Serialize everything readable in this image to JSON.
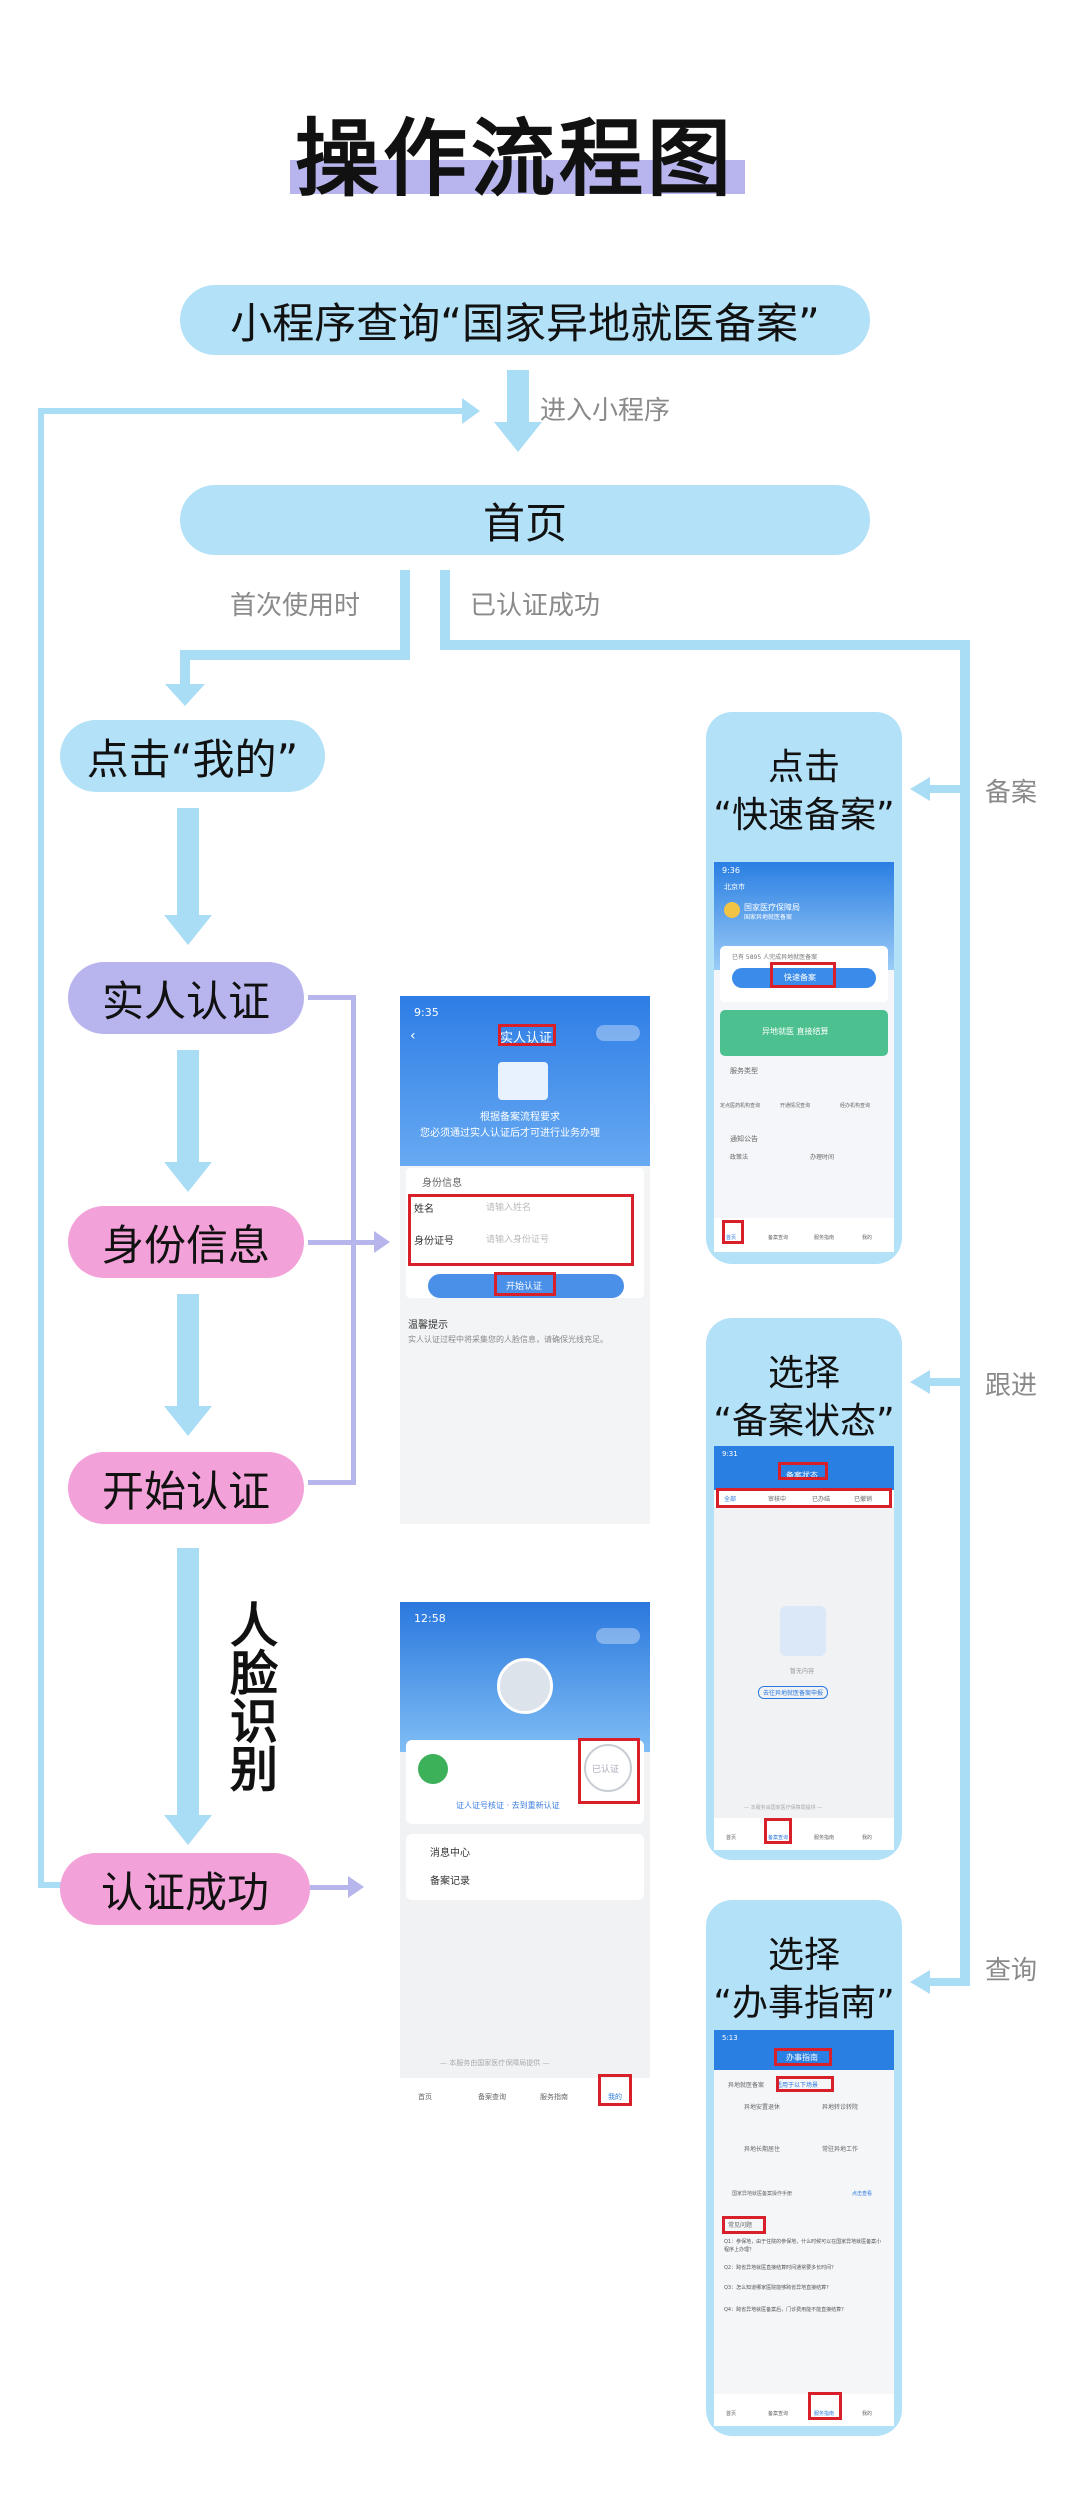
{
  "title": "操作流程图",
  "colors": {
    "blue_pill": "#b3e1f8",
    "purple_pill": "#b8b5ee",
    "pink_pill": "#f3a1d9",
    "arrow": "#a9dcf5",
    "connector": "#b6b5ec",
    "highlight_red": "#d8202a",
    "title_underline": "#b8b5ee"
  },
  "flow": {
    "search_step": "小程序查询“国家异地就医备案”",
    "enter_label": "进入小程序",
    "home": "首页",
    "first_use_label": "首次使用时",
    "verified_label": "已认证成功",
    "click_mine": "点击“我的”",
    "real_name": "实人认证",
    "id_info": "身份信息",
    "start_auth": "开始认证",
    "face_recognition": "人脸识别",
    "auth_success": "认证成功"
  },
  "right_branch": {
    "filing_label": "备案",
    "follow_label": "跟进",
    "query_label": "查询",
    "card1_line1": "点击",
    "card1_line2": "“快速备案”",
    "card2_line1": "选择",
    "card2_line2": "“备案状态”",
    "card3_line1": "选择",
    "card3_line2": "“办事指南”"
  },
  "phone_auth": {
    "time": "9:35",
    "title": "实人认证",
    "banner_line1": "根据备案流程要求",
    "banner_line2": "您必须通过实人认证后才可进行业务办理",
    "section": "身份信息",
    "name_label": "姓名",
    "name_placeholder": "请输入姓名",
    "id_label": "身份证号",
    "id_placeholder": "请输入身份证号",
    "start_button": "开始认证",
    "tips_title": "温馨提示",
    "tips_text": "实人认证过程中将采集您的人脸信息，请确保光线充足。"
  },
  "phone_mine": {
    "time": "12:58",
    "stamp": "已认证",
    "link_text": "证人证号核证 · 去到重新认证",
    "menu1": "消息中心",
    "menu2": "备案记录",
    "footer": "— 本服务由国家医疗保障局提供 —",
    "tabs": [
      "首页",
      "备案查询",
      "服务指南",
      "我的"
    ]
  },
  "phone_filing": {
    "time": "9:36",
    "location": "北京市",
    "org": "国家医疗保障局",
    "org_sub": "国家异地就医备案",
    "notice": "已有 5895 人完成异地就医备案",
    "button": "快速备案",
    "banner": "异地就医 直接结算",
    "service_title": "服务类型",
    "services": [
      "定点医药机构查询",
      "开通情况查询",
      "经办机构查询"
    ],
    "bulletin": "通知公告",
    "bulletin_items": [
      "政策法",
      "办理时间"
    ],
    "tabs": [
      "首页",
      "备案查询",
      "服务指南",
      "我的"
    ]
  },
  "phone_status": {
    "time": "9:31",
    "title": "备案状态",
    "tabs": [
      "全部",
      "审核中",
      "已办结",
      "已撤销"
    ],
    "empty": "暂无内容",
    "link": "去往异地就医备案申报",
    "footer": "— 本服务由国家医疗保障局提供 —",
    "tabbar": [
      "首页",
      "备案查询",
      "服务指南",
      "我的"
    ]
  },
  "phone_guide": {
    "time": "5:13",
    "title": "办事指南",
    "section1": "异地就医备案",
    "section1_hint": "适用于以下场景",
    "items": [
      "异地安置退休",
      "异地长期居住",
      "异地转诊转院",
      "常驻异地工作"
    ],
    "manual": "国家异地就医备案操作手册",
    "manual_btn": "点击查看",
    "faq_title": "常见问题",
    "faq": [
      "Q1：参保地，由于住院的参保地，什么时候可以在国家异地就医备案小程序上办理？",
      "Q2：跨省异地就医直接结算时间通常要多长时间？",
      "Q3：怎么知道哪家医院能够跨省异地直接结算？",
      "Q4：跨省异地就医备案后，门诊费用能不能直接结算？"
    ],
    "tabbar": [
      "首页",
      "备案查询",
      "服务指南",
      "我的"
    ]
  }
}
